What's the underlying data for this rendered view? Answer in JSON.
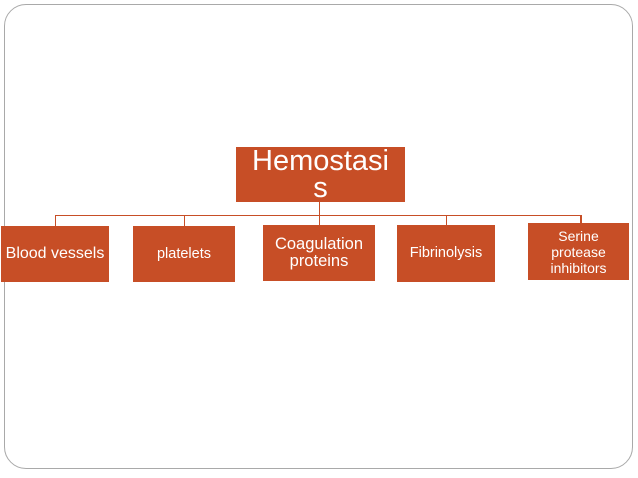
{
  "colors": {
    "accent": "#C74E26",
    "node_text": "#FFFFFF",
    "slide_border": "#A9A9A9",
    "slide_background": "#FFFFFF"
  },
  "diagram": {
    "type": "org-chart",
    "root": {
      "label": "Hemostasi\ns"
    },
    "children": [
      {
        "label": "Blood vessels"
      },
      {
        "label": "platelets"
      },
      {
        "label": "Coagulation\nproteins"
      },
      {
        "label": "Fibrinolysis"
      },
      {
        "label": "Serine\nprotease\ninhibitors"
      }
    ]
  }
}
